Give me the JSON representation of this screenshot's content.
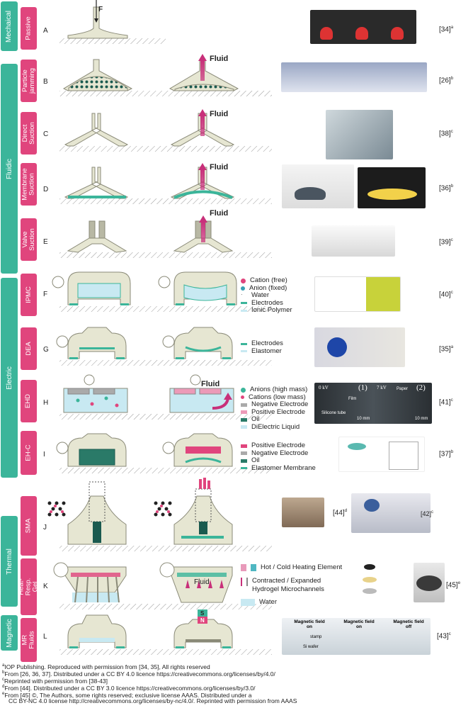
{
  "categories": [
    {
      "label": "Mechaical"
    },
    {
      "label": "Fluidic"
    },
    {
      "label": "Electric"
    },
    {
      "label": "Thermal"
    },
    {
      "label": "Magnetic"
    }
  ],
  "rows": [
    {
      "letter": "A",
      "name": "Passive",
      "ref": "[34]",
      "sup": "a"
    },
    {
      "letter": "B",
      "name": "Particle jamming",
      "ref": "[26]",
      "sup": "b"
    },
    {
      "letter": "C",
      "name": "Direct Suction",
      "ref": "[38]",
      "sup": "c"
    },
    {
      "letter": "D",
      "name": "Membrane Suction",
      "ref": "[36]",
      "sup": "b"
    },
    {
      "letter": "E",
      "name": "Valve Suction",
      "ref": "[39]",
      "sup": "c"
    },
    {
      "letter": "F",
      "name": "IPMC",
      "ref": "[40]",
      "sup": "c"
    },
    {
      "letter": "G",
      "name": "DEA",
      "ref": "[35]",
      "sup": "a"
    },
    {
      "letter": "H",
      "name": "EHD",
      "ref": "[41]",
      "sup": "c"
    },
    {
      "letter": "I",
      "name": "EH-C",
      "ref": "[37]",
      "sup": "b"
    },
    {
      "letter": "J",
      "name": "SMA",
      "ref": "",
      "sup": ""
    },
    {
      "letter": "K",
      "name": "Heat-Resp. Gel",
      "ref": "[45]",
      "sup": "e"
    },
    {
      "letter": "L",
      "name": "MR Fluids",
      "ref": "[43]",
      "sup": "c"
    }
  ],
  "sma_refs": [
    {
      "ref": "[44]",
      "sup": "d"
    },
    {
      "ref": "[42]",
      "sup": "c"
    }
  ],
  "labels": {
    "force": "F",
    "fluid": "Fluid",
    "magnet_s": "S",
    "magnet_n": "N"
  },
  "legends": {
    "ipmc": [
      "Cation (free)",
      "Anion (fixed)",
      "Water",
      "Electrodes",
      "Ionic Polymer"
    ],
    "dea": [
      "Electrodes",
      "Elastomer"
    ],
    "ehd": [
      "Anions (high mass)",
      "Cations (low mass)",
      "Negative Electrode",
      "Positive Electrode",
      "Oil",
      "DiElectric Liquid"
    ],
    "ehc": [
      "Positive Electrode",
      "Negative Electrode",
      "Oil",
      "Elastomer Membrane"
    ],
    "gel": [
      "Hot / Cold Heating Element",
      "Contracted / Expanded",
      "Hydrogel Microchannels",
      "Water"
    ]
  },
  "photo_text": {
    "ehd_left_voltage": "0 kV",
    "ehd_right_voltage": "7 kV",
    "ehd_left_num": "(1)",
    "ehd_right_num": "(2)",
    "ehd_film": "Film",
    "ehd_tube": "Silicone tube",
    "ehd_paper": "Paper",
    "ehd_scale": "10 mm",
    "mr_p1": "Magnetic field on",
    "mr_p2": "Magnetic field on",
    "mr_p3": "Magnetic field off",
    "mr_stamp": "stamp",
    "mr_wafer": "Si wafer"
  },
  "colors": {
    "category": "#3bb59a",
    "subcategory": "#e0457d",
    "body": "#e6e6d2",
    "body_stroke": "#8a8a78",
    "electrode": "#3bb59a",
    "fluid_arrow": "#c8307a",
    "liquid": "#c8e9f2"
  },
  "footnotes": [
    {
      "sup": "a",
      "text": "IOP Publishing. Reproduced with permission from [34, 35], All rights reserved"
    },
    {
      "sup": "b",
      "text": "From [26, 36, 37]. Distributed under a CC BY 4.0 licence https://creativecommons.org/licenses/by/4.0/"
    },
    {
      "sup": "c",
      "text": "Reprinted with permission from [38-43]"
    },
    {
      "sup": "d",
      "text": "From [44]. Distributed under a CC BY 3.0 licence https://creativecommons.org/licenses/by/3.0/"
    },
    {
      "sup": "e",
      "text": "From [45] ©, The Authors, some rights reserved; exclusive license AAAS. Distributed under a"
    },
    {
      "sup": "",
      "text": "CC BY-NC 4.0 license http://creativecommons.org/licenses/by-nc/4.0/. Reprinted with permission from AAAS"
    }
  ]
}
